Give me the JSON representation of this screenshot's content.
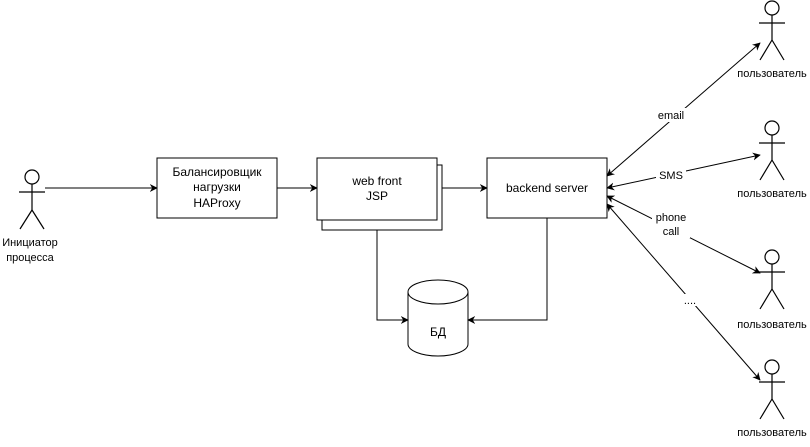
{
  "nodes": {
    "initiator": {
      "label_line1": "Инициатор",
      "label_line2": "процесса"
    },
    "balancer": {
      "line1": "Балансировщик",
      "line2": "нагрузки",
      "line3": "HAProxy"
    },
    "webfront": {
      "line1": "web front",
      "line2": "JSP"
    },
    "backend": {
      "label": "backend server"
    },
    "db": {
      "label": "БД"
    },
    "users": [
      {
        "label": "пользователь"
      },
      {
        "label": "пользователь"
      },
      {
        "label": "пользователь"
      },
      {
        "label": "пользователь"
      }
    ]
  },
  "edges": {
    "email": "email",
    "sms": "SMS",
    "phone_line1": "phone",
    "phone_line2": "call",
    "dots": "...."
  },
  "colors": {
    "stroke": "#000000",
    "fill": "#ffffff"
  }
}
